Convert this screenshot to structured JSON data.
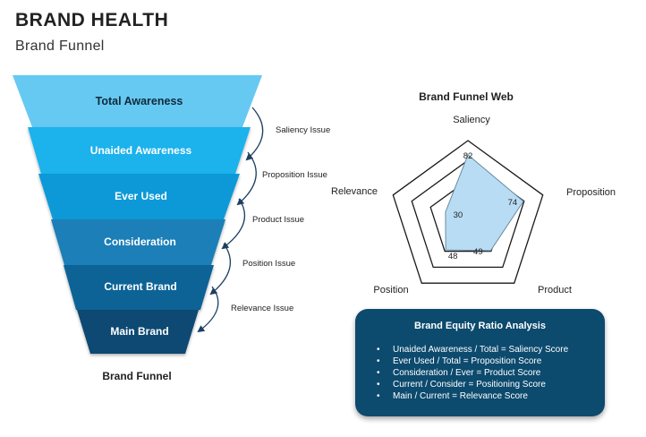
{
  "header": {
    "title": "BRAND HEALTH",
    "subtitle": "Brand Funnel"
  },
  "funnel": {
    "caption": "Brand Funnel",
    "levels": [
      {
        "label": "Total Awareness",
        "color": "#66c9f2",
        "text_color": "#0f2a3a"
      },
      {
        "label": "Unaided Awareness",
        "color": "#1fb2ec",
        "text_color": "#ffffff"
      },
      {
        "label": "Ever Used",
        "color": "#1199d8",
        "text_color": "#ffffff"
      },
      {
        "label": "Consideration",
        "color": "#1a7fb8",
        "text_color": "#ffffff"
      },
      {
        "label": "Current Brand",
        "color": "#0f6496",
        "text_color": "#ffffff"
      },
      {
        "label": "Main Brand",
        "color": "#0d4a72",
        "text_color": "#ffffff"
      }
    ],
    "issues": [
      "Saliency Issue",
      "Proposition Issue",
      "Product Issue",
      "Position Issue",
      "Relevance Issue"
    ]
  },
  "web": {
    "title": "Brand Funnel Web",
    "axes": [
      "Saliency",
      "Proposition",
      "Product",
      "Position",
      "Relevance"
    ]
  },
  "chart_data": {
    "type": "radar",
    "title": "Brand Funnel Web",
    "categories": [
      "Saliency",
      "Proposition",
      "Product",
      "Position",
      "Relevance"
    ],
    "series": [
      {
        "values": [
          82,
          74,
          49,
          48,
          30
        ]
      }
    ],
    "range": [
      0,
      100
    ],
    "grid_rings": 4,
    "fill_color": "#b8dcf3"
  },
  "ratio_box": {
    "title": "Brand Equity Ratio Analysis",
    "bullet": "•",
    "items": [
      "Unaided Awareness / Total = Saliency Score",
      "Ever Used / Total = Proposition Score",
      "Consideration / Ever = Product Score",
      "Current / Consider = Positioning Score",
      "Main / Current = Relevance Score"
    ]
  }
}
